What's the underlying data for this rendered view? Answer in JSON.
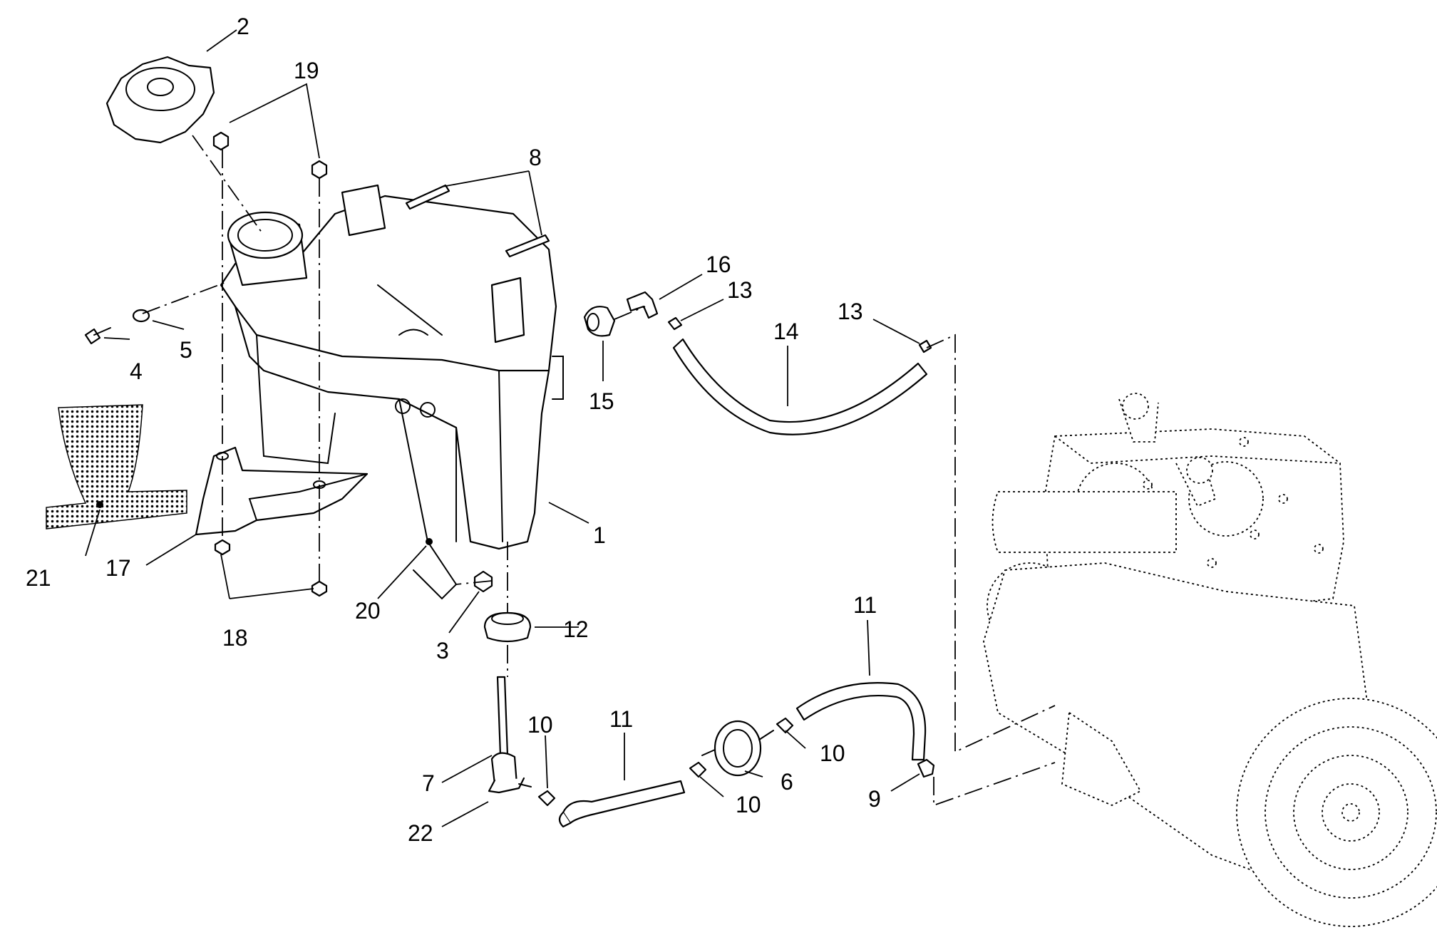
{
  "callouts": [
    {
      "id": "c1",
      "label": "1"
    },
    {
      "id": "c2",
      "label": "2"
    },
    {
      "id": "c3",
      "label": "3"
    },
    {
      "id": "c4",
      "label": "4"
    },
    {
      "id": "c5",
      "label": "5"
    },
    {
      "id": "c6",
      "label": "6"
    },
    {
      "id": "c7",
      "label": "7"
    },
    {
      "id": "c8",
      "label": "8"
    },
    {
      "id": "c9",
      "label": "9"
    },
    {
      "id": "c10a",
      "label": "10"
    },
    {
      "id": "c10b",
      "label": "10"
    },
    {
      "id": "c10c",
      "label": "10"
    },
    {
      "id": "c11a",
      "label": "11"
    },
    {
      "id": "c11b",
      "label": "11"
    },
    {
      "id": "c12",
      "label": "12"
    },
    {
      "id": "c13a",
      "label": "13"
    },
    {
      "id": "c13b",
      "label": "13"
    },
    {
      "id": "c14",
      "label": "14"
    },
    {
      "id": "c15",
      "label": "15"
    },
    {
      "id": "c16",
      "label": "16"
    },
    {
      "id": "c17",
      "label": "17"
    },
    {
      "id": "c18",
      "label": "18"
    },
    {
      "id": "c19",
      "label": "19"
    },
    {
      "id": "c20",
      "label": "20"
    },
    {
      "id": "c21",
      "label": "21"
    },
    {
      "id": "c22",
      "label": "22"
    }
  ],
  "colors": {
    "line": "#000000",
    "background": "#ffffff"
  }
}
